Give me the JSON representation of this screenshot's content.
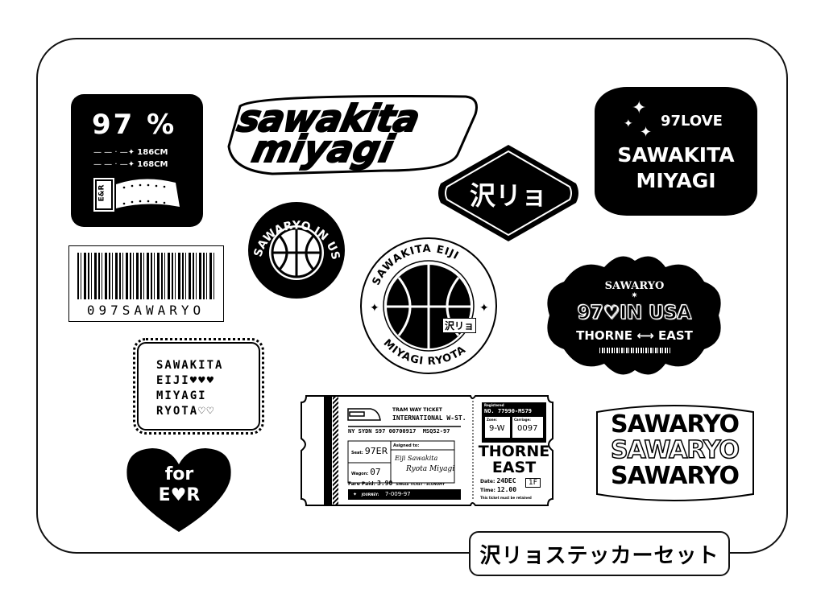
{
  "sheet_title": "沢リョステッカーセット",
  "stickers": {
    "percent": {
      "value": "97 %",
      "height1": "186CM",
      "height2": "168CM",
      "film_label": "E&R"
    },
    "script_logo": {
      "line1": "sawakita",
      "line2": "miyagi"
    },
    "diamond": {
      "text": "沢リョ"
    },
    "love_badge": {
      "tag": "97LOVE",
      "line1": "SAWAKITA",
      "line2": "MIYAGI"
    },
    "barcode": {
      "text": "097SAWARYO"
    },
    "basketball_small": {
      "ring_text": "SAWARYO IN USA"
    },
    "basketball_large": {
      "top_text": "SAWAKITA EIJI",
      "bottom_text": "MIYAGI RYOTA",
      "ball_label": "沢リョ"
    },
    "wavy_badge": {
      "top": "SAWARYO",
      "main": "97♡IN USA",
      "route_from": "THORNE",
      "route_arrow": "⟷",
      "route_to": "EAST"
    },
    "names": {
      "line1": "SAWAKITA",
      "line2": "EIJI♥♥♥",
      "line3": "MIYAGI",
      "line4": "RYOTA♡♡"
    },
    "heart": {
      "line1": "for",
      "line2": "E♥R"
    },
    "ticket": {
      "header1": "TRAM WAY TICKET",
      "header2": "INTERNATIONAL W-ST.",
      "code_line": "NY SYDN S97 00700917  MSQ52-97",
      "seat_label": "Seat:",
      "seat": "97ER",
      "wagon_label": "Wagon:",
      "wagon": "07",
      "assigned_label": "Asigned to:",
      "assigned1": "Eiji Sawakita",
      "assigned2": "Ryota Miyagi",
      "fare_label": "Fare Paid:",
      "fare": "3.90",
      "fare_type": "SINGLE TICKET - ECONOMY",
      "journey_label": "JOURNEY:",
      "journey": "7-009-97",
      "registered_label": "Registered",
      "registered": "NO. 77990-MS79",
      "zone_label": "Zone:",
      "zone": "9-W",
      "carriage_label": "Carriage:",
      "carriage": "0097",
      "dest1": "THORNE",
      "dest2": "EAST",
      "date_label": "Date:",
      "date": "24DEC",
      "time_label": "Time:",
      "time": "12.00",
      "platform": "1F",
      "note": "This ticket must be retained"
    },
    "stacked": {
      "line1": "SAWARYO",
      "line2": "SAWARYO",
      "line3": "SAWARYO"
    }
  }
}
